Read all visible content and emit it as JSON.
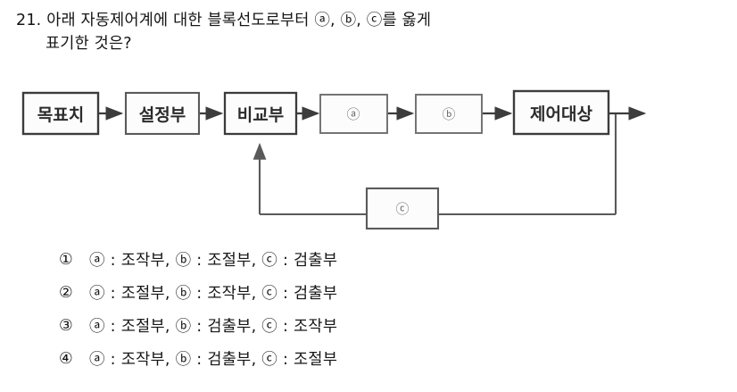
{
  "question": {
    "number": "21.",
    "line1": "21. 아래 자동제어계에 대한 블록선도로부터 ⓐ, ⓑ, ⓒ를 옳게",
    "line2": "표기한 것은?"
  },
  "diagram": {
    "type": "control-system-block-diagram",
    "blocks": [
      {
        "id": "target-value",
        "label": "목표치"
      },
      {
        "id": "setting-unit",
        "label": "설정부"
      },
      {
        "id": "comparator",
        "label": "비교부"
      },
      {
        "id": "block-a",
        "label": "ⓐ"
      },
      {
        "id": "block-b",
        "label": "ⓑ"
      },
      {
        "id": "controlled-object",
        "label": "제어대상"
      },
      {
        "id": "feedback-block-c",
        "label": "ⓒ"
      }
    ],
    "flow": "목표치 → 설정부 → 비교부 → ⓐ → ⓑ → 제어대상 → 출력, 피드백: 제어대상 → ⓒ → 비교부"
  },
  "choices": [
    {
      "number": "①",
      "text": "ⓐ : 조작부, ⓑ : 조절부, ⓒ : 검출부"
    },
    {
      "number": "②",
      "text": "ⓐ : 조절부, ⓑ : 조작부, ⓒ : 검출부"
    },
    {
      "number": "③",
      "text": "ⓐ : 조절부, ⓑ : 검출부, ⓒ : 조작부"
    },
    {
      "number": "④",
      "text": "ⓐ : 조작부, ⓑ : 검출부, ⓒ : 조절부"
    }
  ],
  "colors": {
    "text": "#161616",
    "stroke": "#5a5a5a",
    "stroke_dark": "#3c3c3c",
    "background": "#ffffff"
  }
}
